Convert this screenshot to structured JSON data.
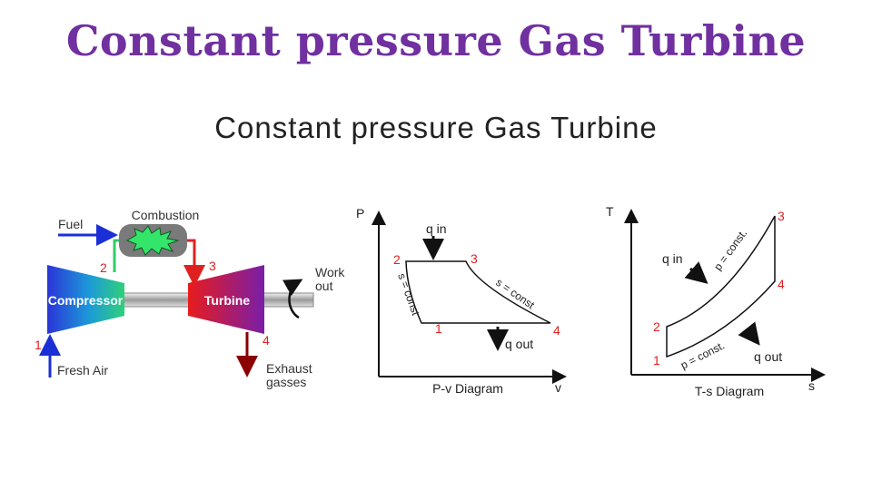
{
  "slide": {
    "title": "Constant pressure Gas Turbine"
  },
  "figure": {
    "title": "Constant pressure Gas Turbine",
    "schematic": {
      "fuel": "Fuel",
      "combustion": "Combustion",
      "compressor": "Compressor",
      "turbine": "Turbine",
      "work_out_1": "Work",
      "work_out_2": "out",
      "fresh_air": "Fresh Air",
      "exhaust_1": "Exhaust",
      "exhaust_2": "gasses",
      "pt1": "1",
      "pt2": "2",
      "pt3": "3",
      "pt4": "4"
    },
    "pv": {
      "caption": "P-v Diagram",
      "y_axis": "P",
      "x_axis": "v",
      "q_in": "q in",
      "q_out": "q out",
      "s_const_left": "s = const",
      "s_const_right": "s = const",
      "pt1": "1",
      "pt2": "2",
      "pt3": "3",
      "pt4": "4"
    },
    "ts": {
      "caption": "T-s Diagram",
      "y_axis": "T",
      "x_axis": "s",
      "q_in": "q in",
      "q_out": "q out",
      "p_const_upper": "p = const.",
      "p_const_lower": "p = const.",
      "pt1": "1",
      "pt2": "2",
      "pt3": "3",
      "pt4": "4"
    }
  },
  "colors": {
    "title": "#7030a0",
    "fuel_arrow": "#1a2fd6",
    "air_arrow": "#1a2fd6",
    "turbine_inlet": "#e02020",
    "exhaust": "#8b0000",
    "compressor_link": "#33cc66"
  }
}
